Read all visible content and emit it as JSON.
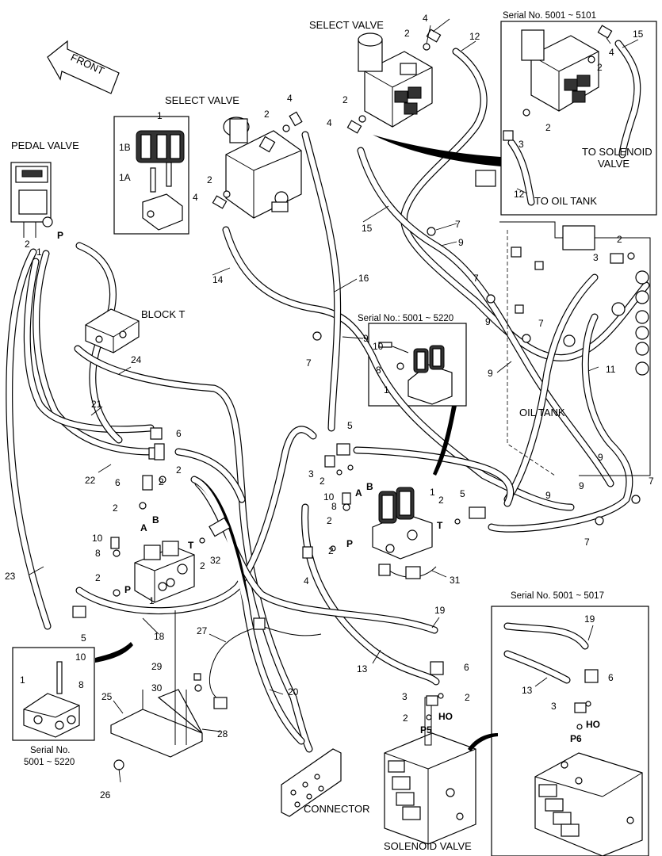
{
  "front_label": "FRONT",
  "titles": {
    "select_valve_top": "SELECT VALVE",
    "select_valve_left": "SELECT VALVE",
    "pedal_valve": "PEDAL VALVE",
    "block_t": "BLOCK  T",
    "oil_tank": "OIL TANK",
    "connector": "CONNECTOR",
    "solenoid_valve": "SOLENOID VALVE",
    "to_solenoid_valve_1": "TO SOLENOID",
    "to_solenoid_valve_2": "VALVE",
    "to_oil_tank": "TO OIL TANK"
  },
  "serials": {
    "top_right": "Serial No. 5001 ~ 5101",
    "middle": "Serial No.: 5001 ~ 5220",
    "bottom_left_1": "Serial No.",
    "bottom_left_2": "5001 ~ 5220",
    "bottom_right": "Serial No. 5001 ~ 5017"
  },
  "port_labels": {
    "pedal_p": "P",
    "a_left": "A",
    "b_left": "B",
    "p_left": "P",
    "t_left": "T",
    "a_mid": "A",
    "b_mid": "B",
    "p_mid": "P",
    "t_mid": "T",
    "p5": "P5",
    "ho_main": "HO",
    "p6": "P6",
    "ho_inset": "HO"
  },
  "part_numbers": [
    "1",
    "1A",
    "1B",
    "2",
    "2",
    "2",
    "2",
    "2",
    "2",
    "2",
    "2",
    "2",
    "2",
    "2",
    "2",
    "2",
    "2",
    "2",
    "2",
    "2",
    "2",
    "2",
    "3",
    "3",
    "3",
    "3",
    "3",
    "4",
    "4",
    "4",
    "4",
    "4",
    "4",
    "5",
    "5",
    "5",
    "6",
    "6",
    "6",
    "6",
    "7",
    "7",
    "7",
    "7",
    "7",
    "7",
    "8",
    "8",
    "8",
    "8",
    "9",
    "9",
    "9",
    "9",
    "9",
    "9",
    "9",
    "10",
    "10",
    "10",
    "10",
    "11",
    "12",
    "12",
    "13",
    "13",
    "14",
    "15",
    "15",
    "16",
    "18",
    "19",
    "19",
    "20",
    "21",
    "22",
    "23",
    "24",
    "25",
    "26",
    "27",
    "28",
    "29",
    "30",
    "31",
    "32",
    "1",
    "1",
    "1",
    "1",
    "1"
  ]
}
